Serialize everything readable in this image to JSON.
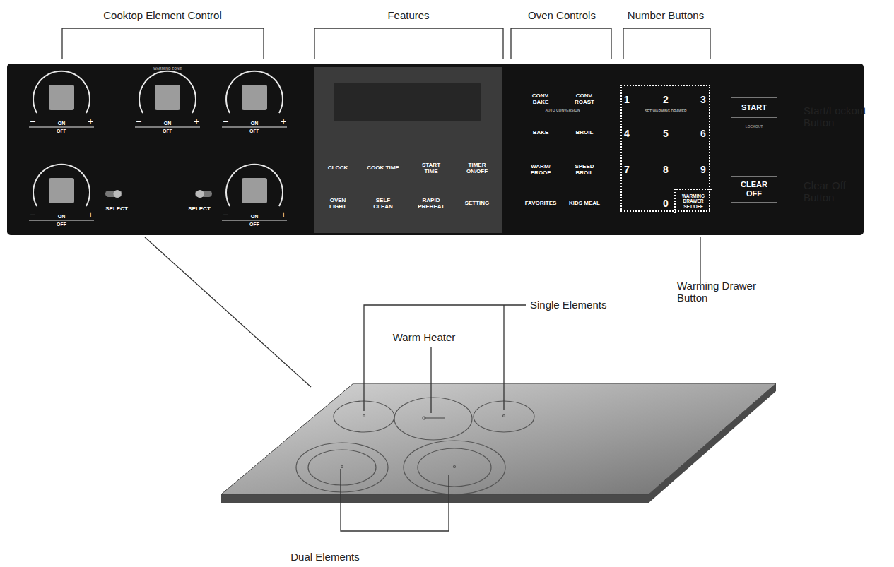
{
  "diagram": {
    "nodes": [
      {
        "text": [
          "WARMING ZONE",
          "−",
          "ON OFF",
          "+",
          "−",
          "ON OFF",
          "+",
          "−",
          "ON OFF",
          "+",
          "−",
          "ON OFF",
          "+",
          "SELECT",
          "SELECT",
          "−",
          "ON OFF",
          "+",
          "CONV. BAKE",
          "CONV. ROAST",
          "AUTO CONVERSION",
          "BAKE",
          "BROIL",
          "WARM/ PROOF",
          "SPEED BROIL",
          "FAVORITES",
          "KIDS MEAL",
          "START",
          "LOCKOUT",
          "CLEAR OFF"
        ]
      },
      {
        "text": [
          "CLOCK",
          "COOK TIME",
          "START TIME",
          "TIMER ON/OFF",
          "OVEN LIGHT",
          "SELF CLEAN",
          "RAPID PREHEAT",
          "SETTING"
        ],
        "in": 0
      },
      {
        "text": [
          "1",
          "2",
          "3",
          "SET WARMING DRAWER",
          "4",
          "5",
          "6",
          "7",
          "8",
          "9",
          "0"
        ],
        "in": 0
      },
      {
        "text": [
          "WARMING DRAWER SET/OFF"
        ],
        "in": 2
      }
    ],
    "labels": [
      "Cooktop Element Control",
      "Features",
      "Oven Controls",
      "Number Buttons",
      "Start/Lockout Button",
      "Clear Off Button",
      "Warming Drawer Button",
      "Single Elements",
      "Warm Heater",
      "Dual Elements"
    ]
  }
}
